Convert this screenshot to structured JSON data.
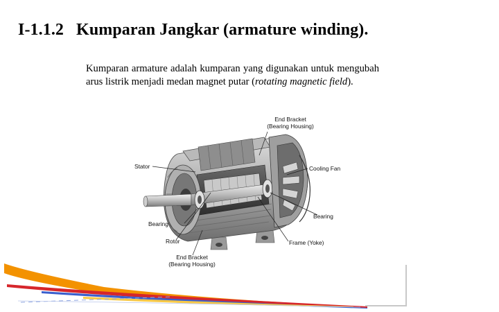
{
  "heading": {
    "number": "I-1.1.2",
    "title": "Kumparan Jangkar (armature winding)."
  },
  "paragraph": {
    "text_before": "Kumparan armature adalah kumparan yang digunakan untuk mengubah arus listrik menjadi medan magnet putar (",
    "italic": "rotating magnetic field",
    "text_after": ")."
  },
  "figure": {
    "labels": {
      "end_bracket_top_line1": "End Bracket",
      "end_bracket_top_line2": "(Bearing Housing)",
      "stator": "Stator",
      "cooling_fan": "Cooling Fan",
      "bearing_left": "Bearing",
      "bearing_right": "Bearing",
      "rotor": "Rotor",
      "frame": "Frame (Yoke)",
      "end_bracket_bottom_line1": "End Bracket",
      "end_bracket_bottom_line2": "(Bearing Housing)"
    }
  },
  "colors": {
    "swoosh_orange": "#f39200",
    "swoosh_red": "#d6262b",
    "swoosh_blue": "#3a5fcd",
    "swoosh_yellow": "#f7c948",
    "frame_gray": "#c8c8c8"
  }
}
